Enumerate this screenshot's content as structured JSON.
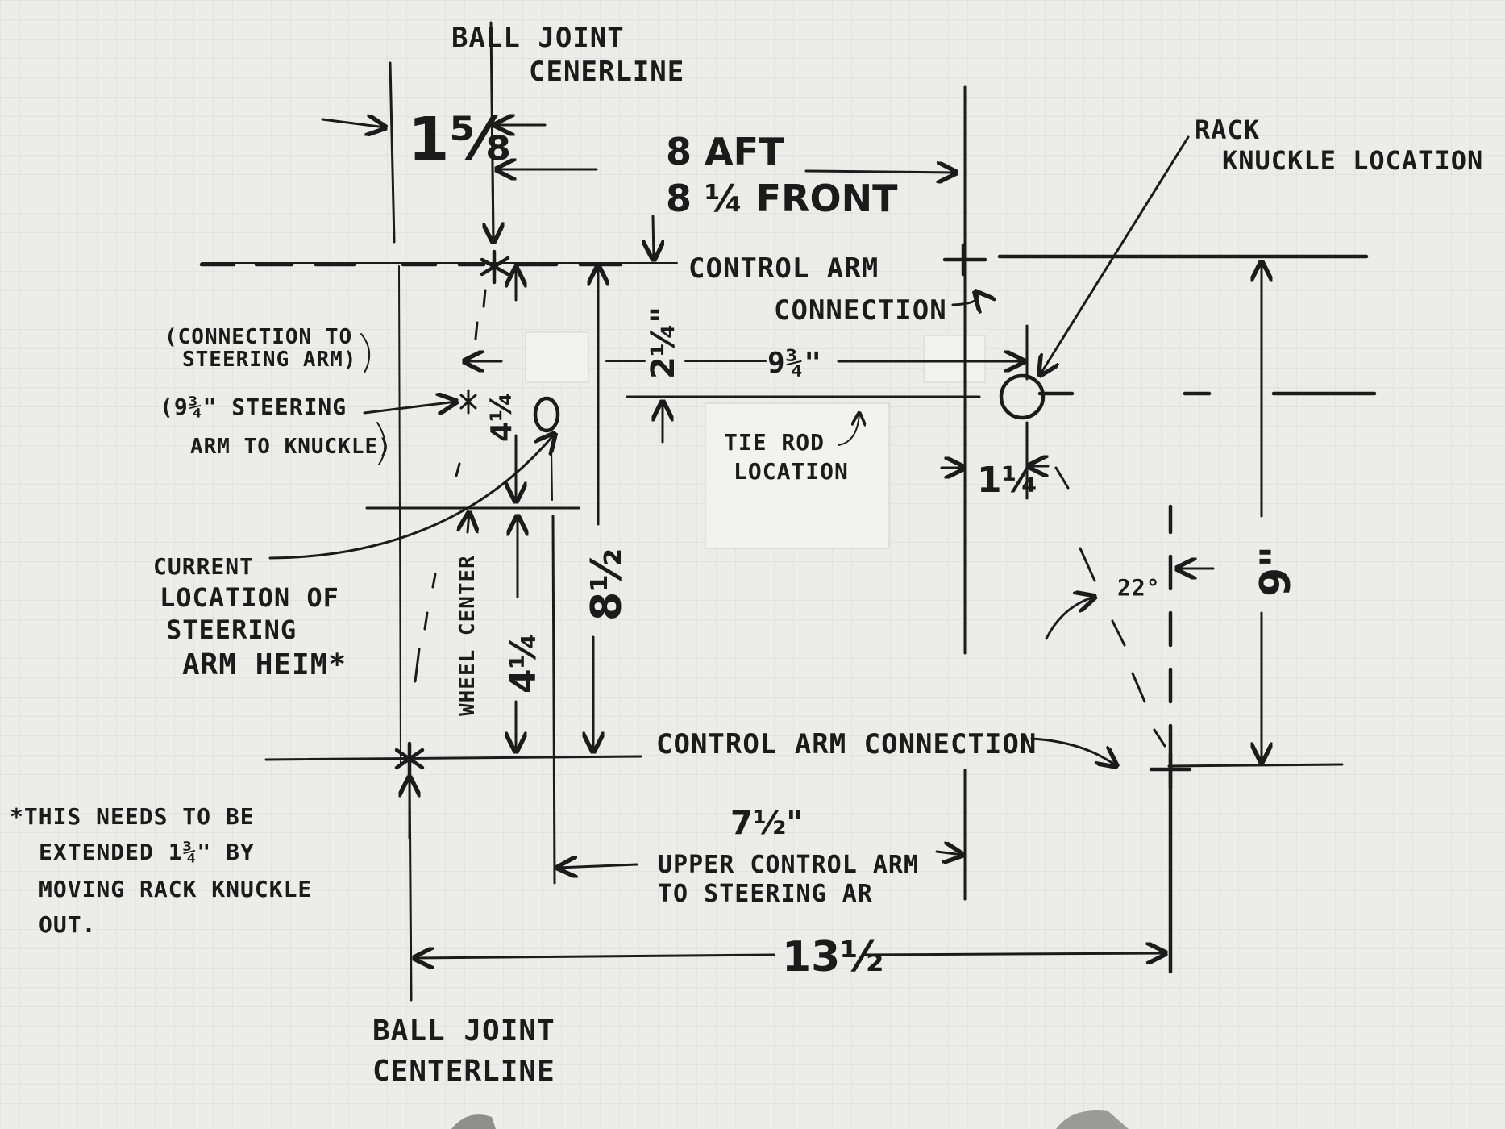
{
  "labels": {
    "ball_joint_top_1": "BALL JOINT",
    "ball_joint_top_2": "CENERLINE",
    "dim_1_5_8": "1⅝",
    "aft_1": "8 AFT",
    "aft_2": "8 ¼ FRONT",
    "rack_1": "RACK",
    "rack_2": "KNUCKLE LOCATION",
    "control_arm_top_1": "CONTROL ARM",
    "control_arm_top_2": "CONNECTION",
    "conn_steer_1": "(CONNECTION TO",
    "conn_steer_2": "STEERING ARM)",
    "steer_arm_1": "(9¾\" STEERING",
    "steer_arm_2": "ARM TO KNUCKLE)",
    "dim_4_1_4_upper": "4¼",
    "dim_2_1_4": "2¼\"",
    "dim_9_3_4": "9¾\"",
    "tie_rod_1": "TIE ROD",
    "tie_rod_2": "LOCATION",
    "dim_1_1_4": "1¼",
    "dim_8_1_2": "8½",
    "current_1": "CURRENT",
    "current_2": "LOCATION OF",
    "current_3": "STEERING",
    "current_4": "ARM HEIM*",
    "wheel_center": "WHEEL CENTER",
    "dim_4_1_4_lower": "4¼",
    "angle_22": "22°",
    "dim_9": "9\"",
    "control_arm_bottom": "CONTROL ARM CONNECTION",
    "note_1": "*THIS NEEDS TO BE",
    "note_2": "EXTENDED 1¾\" BY",
    "note_3": "MOVING RACK KNUCKLE",
    "note_4": "OUT.",
    "dim_7_1_2": "7½\"",
    "upper_1": "UPPER CONTROL ARM",
    "upper_2": "TO STEERING AR",
    "dim_13_1_2": "13½",
    "ball_joint_bottom_1": "BALL JOINT",
    "ball_joint_bottom_2": "CENTERLINE"
  },
  "colors": {
    "paper": "#ececea",
    "ink": "#1b1b1b",
    "grid": "#d6d9dc"
  }
}
